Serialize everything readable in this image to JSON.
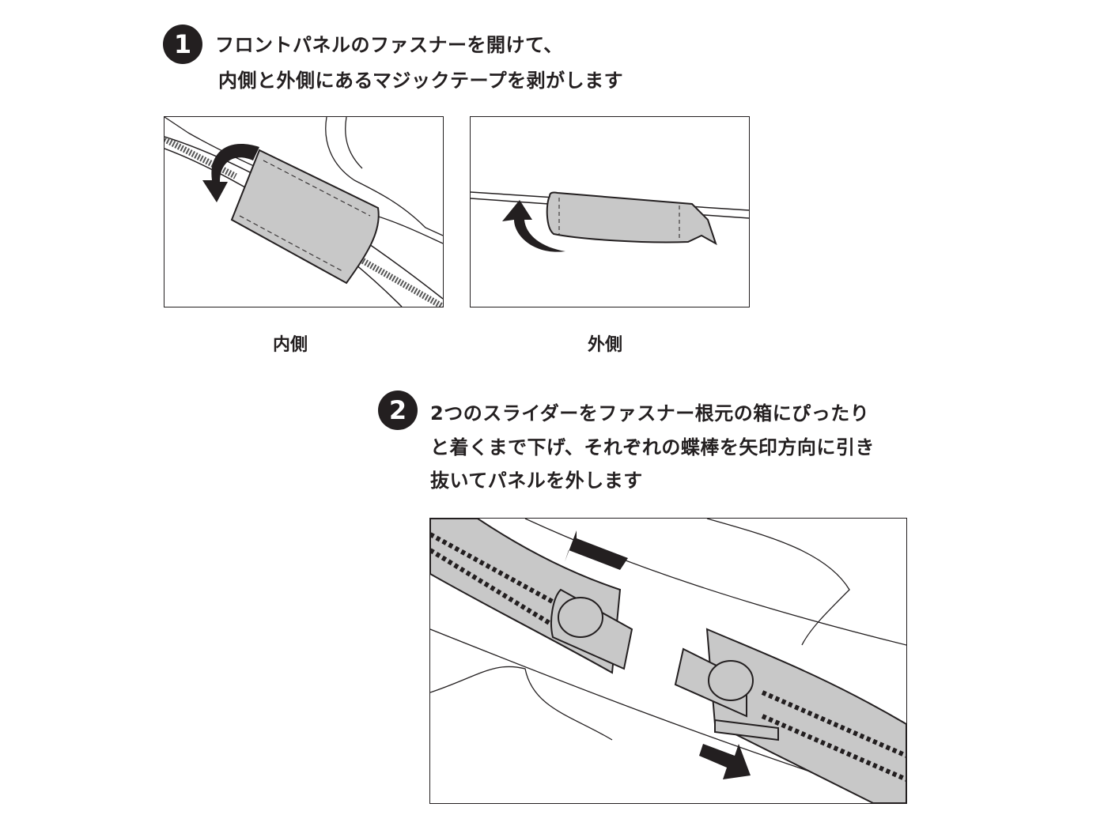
{
  "step1": {
    "number": "1",
    "lines": [
      "フロントパネルのファスナーを開けて、",
      "内側と外側にあるマジックテープを剥がします"
    ],
    "captions": {
      "inner": "内側",
      "outer": "外側"
    }
  },
  "step2": {
    "number": "2",
    "lines": [
      "2つのスライダーをファスナー根元の箱にぴったり",
      "と着くまで下げ、それぞれの蝶棒を矢印方向に引き",
      "抜いてパネルを外します"
    ]
  },
  "colors": {
    "ink": "#231f20",
    "tape": "#c8c8c8"
  }
}
